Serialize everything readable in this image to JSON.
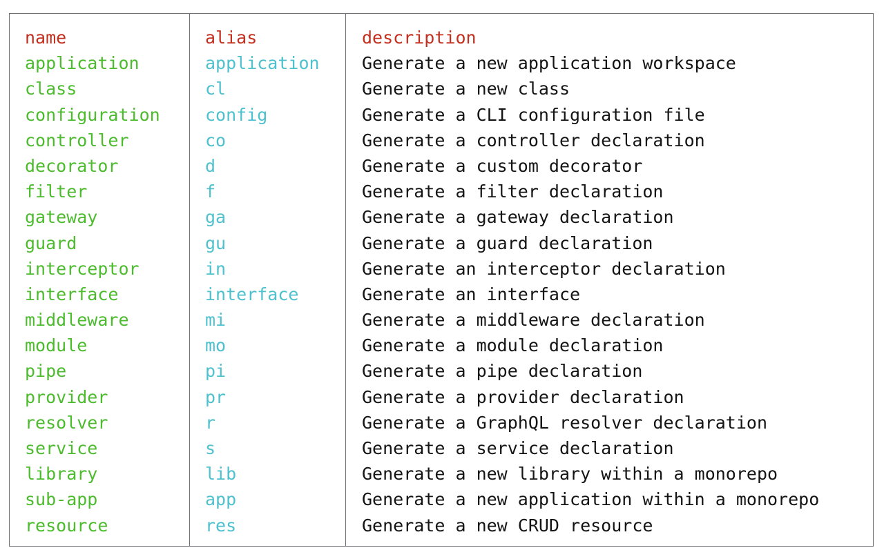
{
  "table": {
    "headers": {
      "name": "name",
      "alias": "alias",
      "description": "description"
    },
    "colors": {
      "header": "#c3301f",
      "name": "#4dbb2e",
      "alias": "#4fc1ce",
      "description": "#141414",
      "border": "#6f6f74",
      "background": "#ffffff"
    },
    "rows": [
      {
        "name": "application",
        "alias": "application",
        "description": "Generate a new application workspace"
      },
      {
        "name": "class",
        "alias": "cl",
        "description": "Generate a new class"
      },
      {
        "name": "configuration",
        "alias": "config",
        "description": "Generate a CLI configuration file"
      },
      {
        "name": "controller",
        "alias": "co",
        "description": "Generate a controller declaration"
      },
      {
        "name": "decorator",
        "alias": "d",
        "description": "Generate a custom decorator"
      },
      {
        "name": "filter",
        "alias": "f",
        "description": "Generate a filter declaration"
      },
      {
        "name": "gateway",
        "alias": "ga",
        "description": "Generate a gateway declaration"
      },
      {
        "name": "guard",
        "alias": "gu",
        "description": "Generate a guard declaration"
      },
      {
        "name": "interceptor",
        "alias": "in",
        "description": "Generate an interceptor declaration"
      },
      {
        "name": "interface",
        "alias": "interface",
        "description": "Generate an interface"
      },
      {
        "name": "middleware",
        "alias": "mi",
        "description": "Generate a middleware declaration"
      },
      {
        "name": "module",
        "alias": "mo",
        "description": "Generate a module declaration"
      },
      {
        "name": "pipe",
        "alias": "pi",
        "description": "Generate a pipe declaration"
      },
      {
        "name": "provider",
        "alias": "pr",
        "description": "Generate a provider declaration"
      },
      {
        "name": "resolver",
        "alias": "r",
        "description": "Generate a GraphQL resolver declaration"
      },
      {
        "name": "service",
        "alias": "s",
        "description": "Generate a service declaration"
      },
      {
        "name": "library",
        "alias": "lib",
        "description": "Generate a new library within a monorepo"
      },
      {
        "name": "sub-app",
        "alias": "app",
        "description": "Generate a new application within a monorepo"
      },
      {
        "name": "resource",
        "alias": "res",
        "description": "Generate a new CRUD resource"
      }
    ]
  }
}
